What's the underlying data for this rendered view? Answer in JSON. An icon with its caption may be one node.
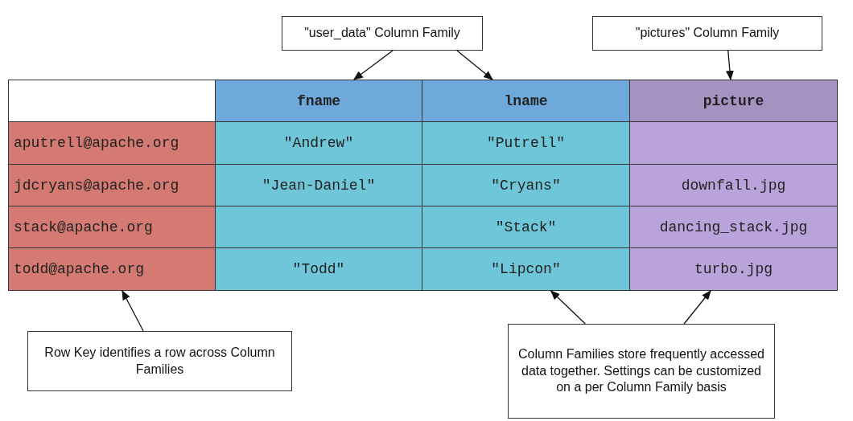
{
  "diagram": {
    "nodes": [
      {
        "text": [
          "\"user_data\" Column Family"
        ]
      },
      {
        "text": [
          "\"pictures\" Column Family"
        ]
      },
      {
        "text": [],
        "shape": "box"
      },
      {
        "text": [
          "fname"
        ]
      },
      {
        "text": [
          "lname"
        ]
      },
      {
        "text": [
          "picture"
        ]
      },
      {
        "text": [
          "aputrell@apache.org"
        ]
      },
      {
        "text": [
          "\"Andrew\""
        ]
      },
      {
        "text": [
          "\"Putrell\""
        ]
      },
      {
        "text": [],
        "shape": "box"
      },
      {
        "text": [
          "jdcryans@apache.org"
        ]
      },
      {
        "text": [
          "\"Jean-Daniel\""
        ]
      },
      {
        "text": [
          "\"Cryans\""
        ]
      },
      {
        "text": [
          "downfall.jpg"
        ]
      },
      {
        "text": [
          "stack@apache.org"
        ]
      },
      {
        "text": [],
        "shape": "box"
      },
      {
        "text": [
          "\"Stack\""
        ]
      },
      {
        "text": [
          "dancing_stack.jpg"
        ]
      },
      {
        "text": [
          "todd@apache.org"
        ]
      },
      {
        "text": [
          "\"Todd\""
        ]
      },
      {
        "text": [
          "\"Lipcon\""
        ]
      },
      {
        "text": [
          "turbo.jpg"
        ]
      },
      {
        "text": [
          "Row Key identifies a row across Column Families"
        ]
      },
      {
        "text": [
          "Column Families store frequently accessed data together. Settings can be customized on a per Column Family basis"
        ]
      }
    ],
    "edges": [
      {
        "from": 0,
        "to": 3,
        "arrow": "to"
      },
      {
        "from": 0,
        "to": 4,
        "arrow": "to"
      },
      {
        "from": 1,
        "to": 5,
        "arrow": "to"
      },
      {
        "from": 22,
        "to": 18,
        "arrow": "to"
      },
      {
        "from": 23,
        "to": 20,
        "arrow": "to"
      },
      {
        "from": 23,
        "to": 21,
        "arrow": "to"
      }
    ]
  }
}
